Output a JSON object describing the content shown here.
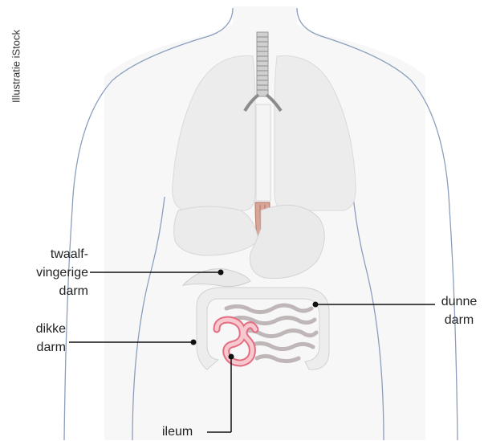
{
  "credit": "Illustratie iStock",
  "labels": {
    "twaalfvingerige_darm": "twaalf-\nvingerige\ndarm",
    "dikke_darm": "dikke\ndarm",
    "dunne_darm": "dunne\ndarm",
    "ileum": "ileum"
  },
  "colors": {
    "body_outline": "#8a9fbd",
    "organ_fill": "#ececec",
    "organ_stroke": "#d6d6d6",
    "trachea": "#9a9a9a",
    "esophagus": "#b07766",
    "ileum_stroke": "#e36d80",
    "ileum_fill": "#f7c9cf",
    "leader_line": "#111111"
  }
}
